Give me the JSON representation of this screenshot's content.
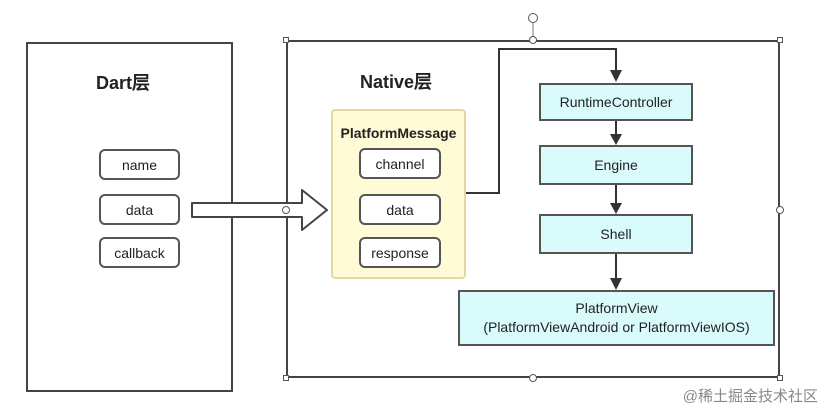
{
  "dart": {
    "title": "Dart层",
    "items": [
      "name",
      "data",
      "callback"
    ]
  },
  "native": {
    "title": "Native层"
  },
  "platform_message": {
    "title": "PlatformMessage",
    "items": [
      "channel",
      "data",
      "response"
    ]
  },
  "pipeline": {
    "runtime_controller": "RuntimeController",
    "engine": "Engine",
    "shell": "Shell"
  },
  "platform_view": {
    "line1": "PlatformView",
    "line2": "(PlatformViewAndroid or PlatformViewIOS)"
  },
  "watermark": "@稀土掘金技术社区"
}
